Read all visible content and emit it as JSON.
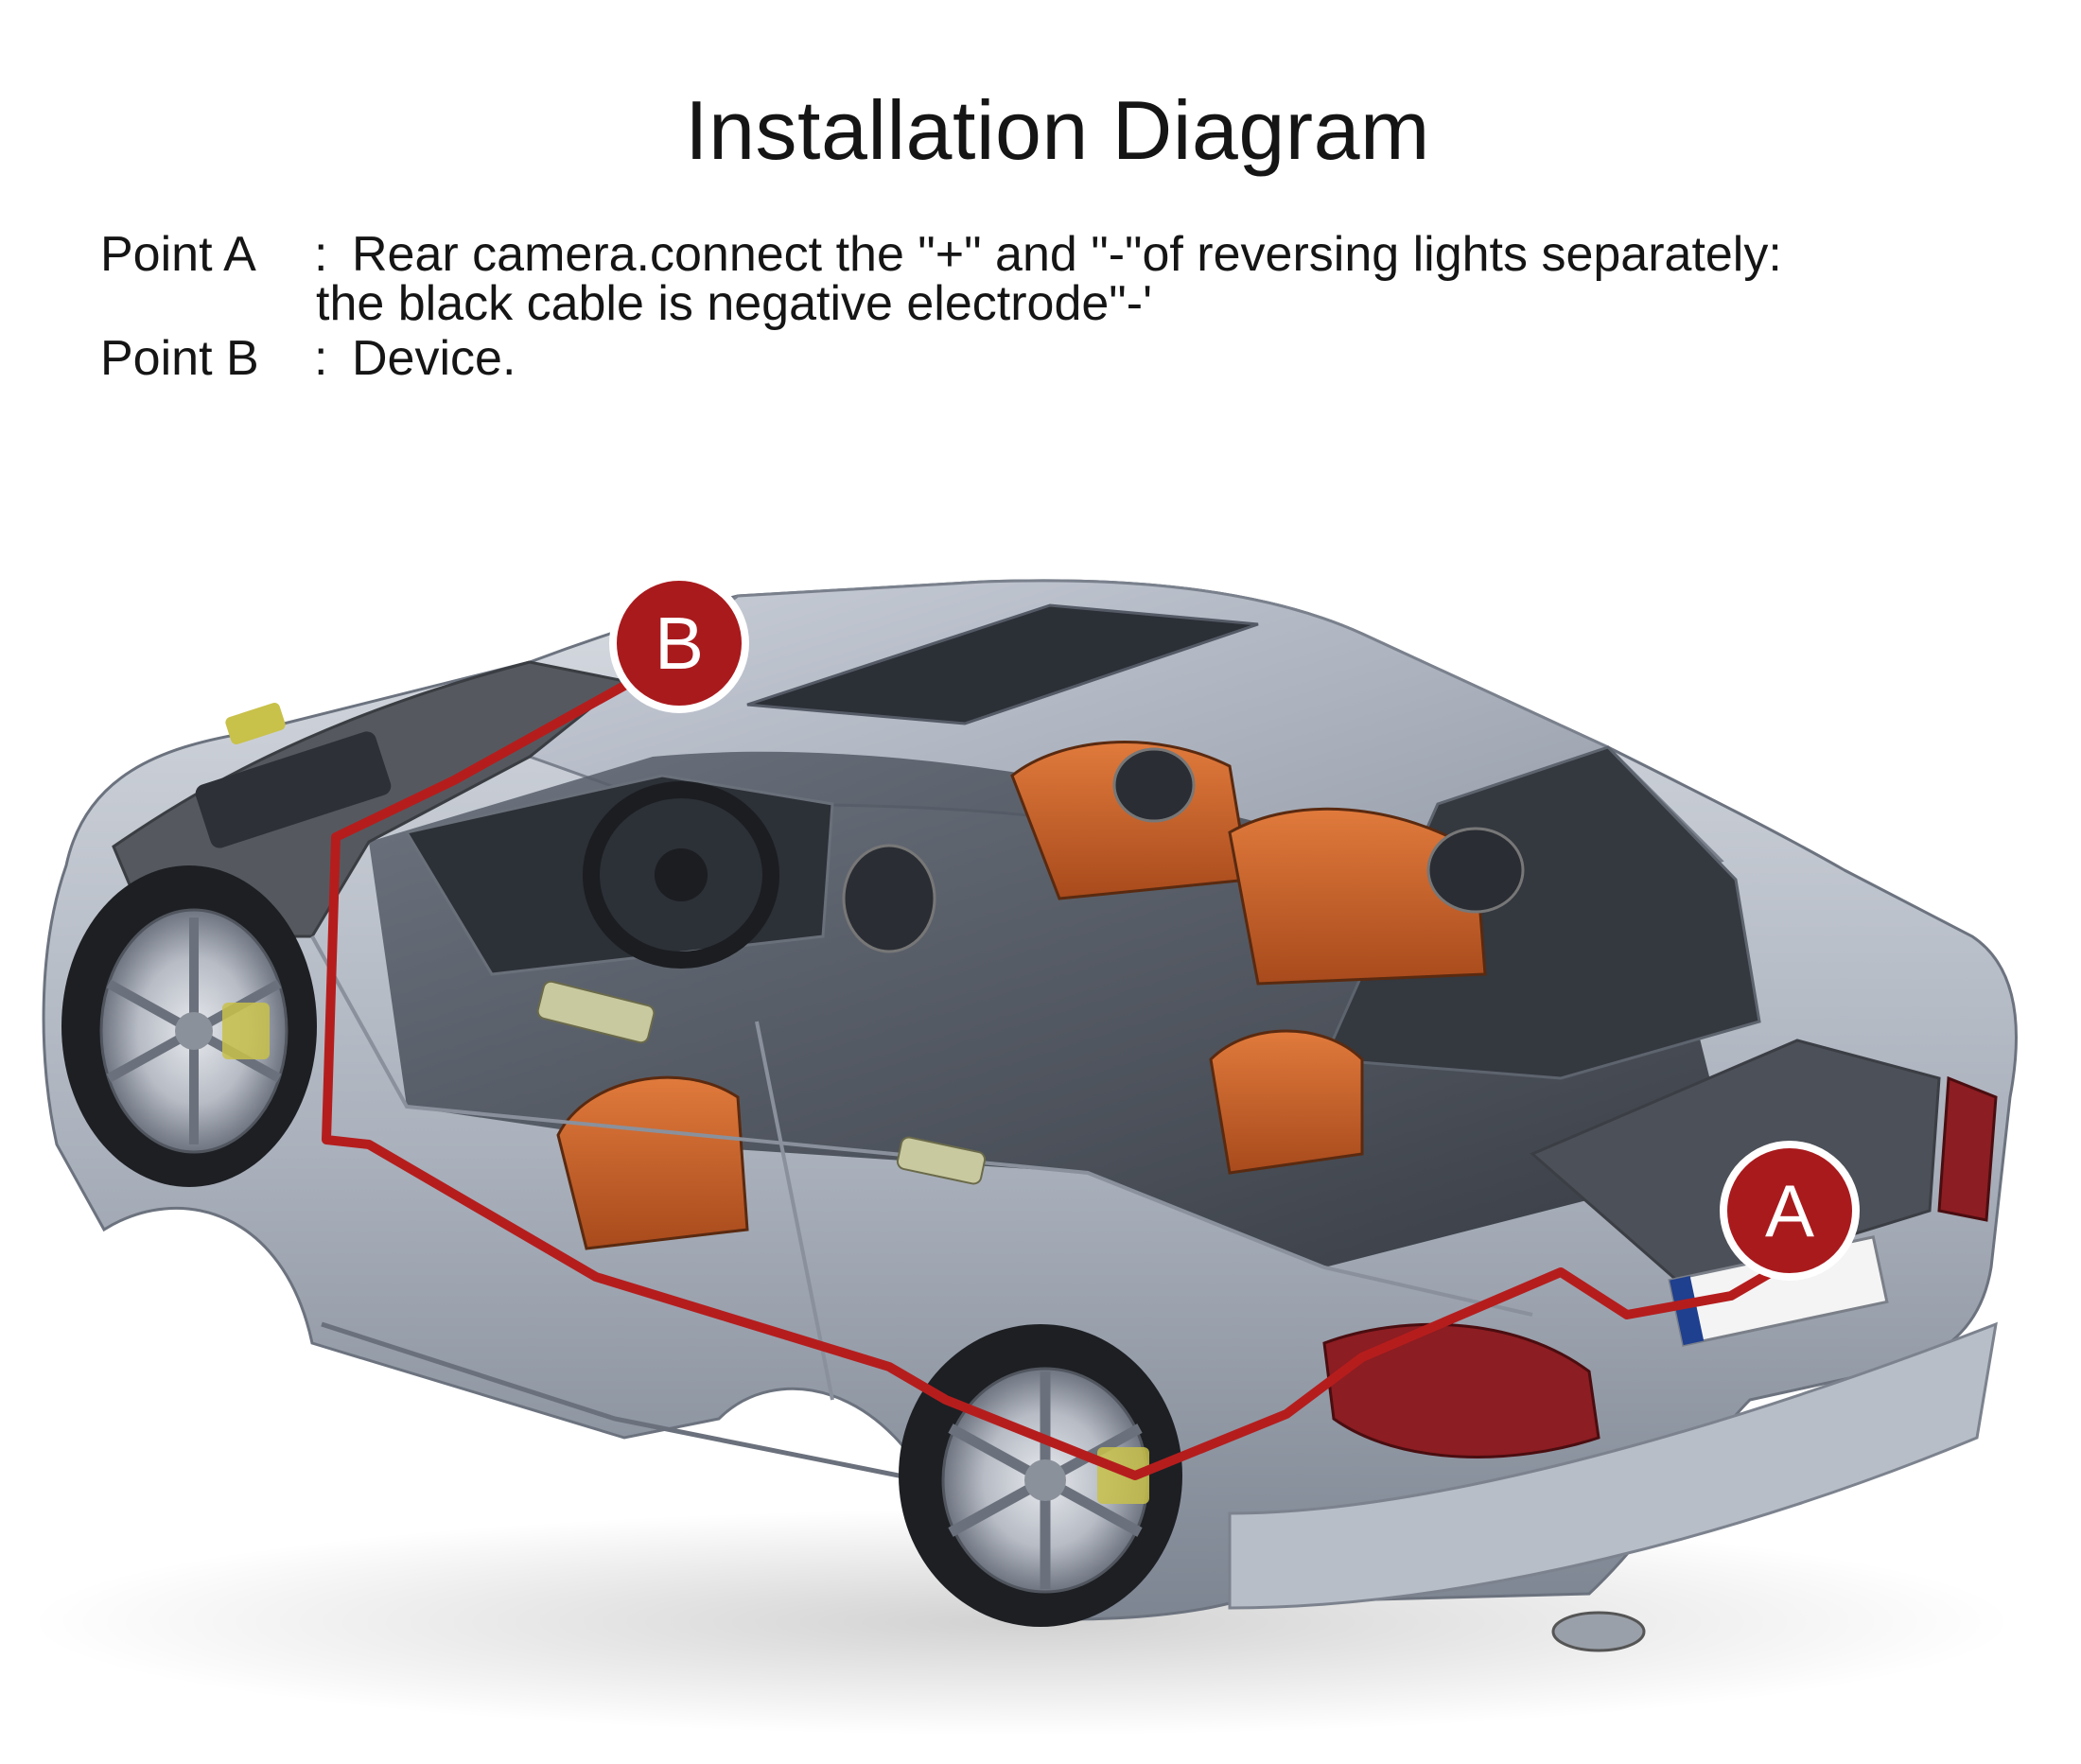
{
  "title": "Installation Diagram",
  "notes": {
    "point_a_label": "Point A",
    "point_a_sep": ":",
    "point_a_text_line1": "Rear camera.connect the \"+\" and \"-\"of reversing lights separately:",
    "point_a_text_line2": "the black cable is negative electrode\"-'",
    "point_b_label": "Point B",
    "point_b_sep": ":",
    "point_b_text": "Device."
  },
  "markers": {
    "b": "B",
    "a": "A"
  },
  "colors": {
    "cable": "#b51d1d",
    "marker": "#a91a1d",
    "marker_outline": "#ffffff",
    "car_body": "#aeb4bf",
    "car_dark": "#3b3f47",
    "seat_orange": "#c8622a"
  },
  "icons": {
    "vehicle": "car-cutaway-illustration"
  }
}
